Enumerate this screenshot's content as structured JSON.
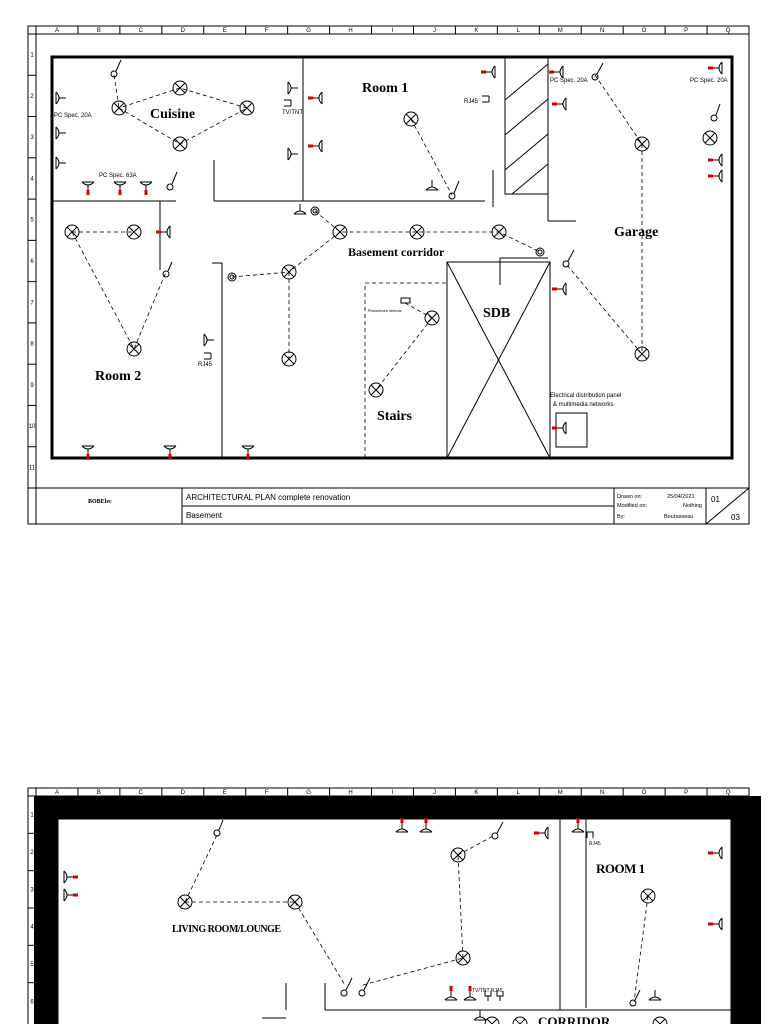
{
  "columns": [
    "A",
    "B",
    "C",
    "D",
    "E",
    "F",
    "G",
    "H",
    "I",
    "J",
    "K",
    "L",
    "M",
    "N",
    "O",
    "P",
    "Q"
  ],
  "rows": [
    "1",
    "2",
    "3",
    "4",
    "5",
    "6",
    "7",
    "8",
    "9",
    "10",
    "11"
  ],
  "rows2": [
    "1",
    "2",
    "3",
    "4",
    "5",
    "6"
  ],
  "sheet1": {
    "rooms": {
      "cuisine": "Cuisine",
      "room1": "Room 1",
      "garage": "Garage",
      "corridor": "Basement corridor",
      "sdb": "SDB",
      "room2": "Room 2",
      "stairs": "Stairs"
    },
    "labels": {
      "pc_spec_20a_left": "PC Spec. 20A",
      "pc_spec_63a": "PC Spec. 63A",
      "tv_tnt": "TV/TNT",
      "rj45_top": "RJ45",
      "pc_spec_20a_mid": "PC Spec. 20A",
      "pc_spec_20a_right": "PC Spec. 20A",
      "rj45_left": "RJ45",
      "photo_detector": "Photoelectric detector",
      "panel_line1": "Electrical distribution panel",
      "panel_line2": "& multimedia networks"
    },
    "titleblock": {
      "company": "BOBElec",
      "title": "ARCHITECTURAL PLAN complete renovation",
      "subtitle": "Basement",
      "drawn_on_label": "Drawn on:",
      "drawn_on": "25/04/2021",
      "modified_label": "Modified on:",
      "modified": "Nothing",
      "by_label": "By:",
      "by": "Bourasseau",
      "sheet": "01",
      "total": "03"
    }
  },
  "sheet2": {
    "rooms": {
      "living": "LIVING ROOM/LOUNGE",
      "room1": "ROOM 1",
      "corridor": "CORRIDOR"
    },
    "labels": {
      "rj45": "RJ45",
      "tv_tnt_rj45": "TV/TNT RJ45"
    }
  }
}
